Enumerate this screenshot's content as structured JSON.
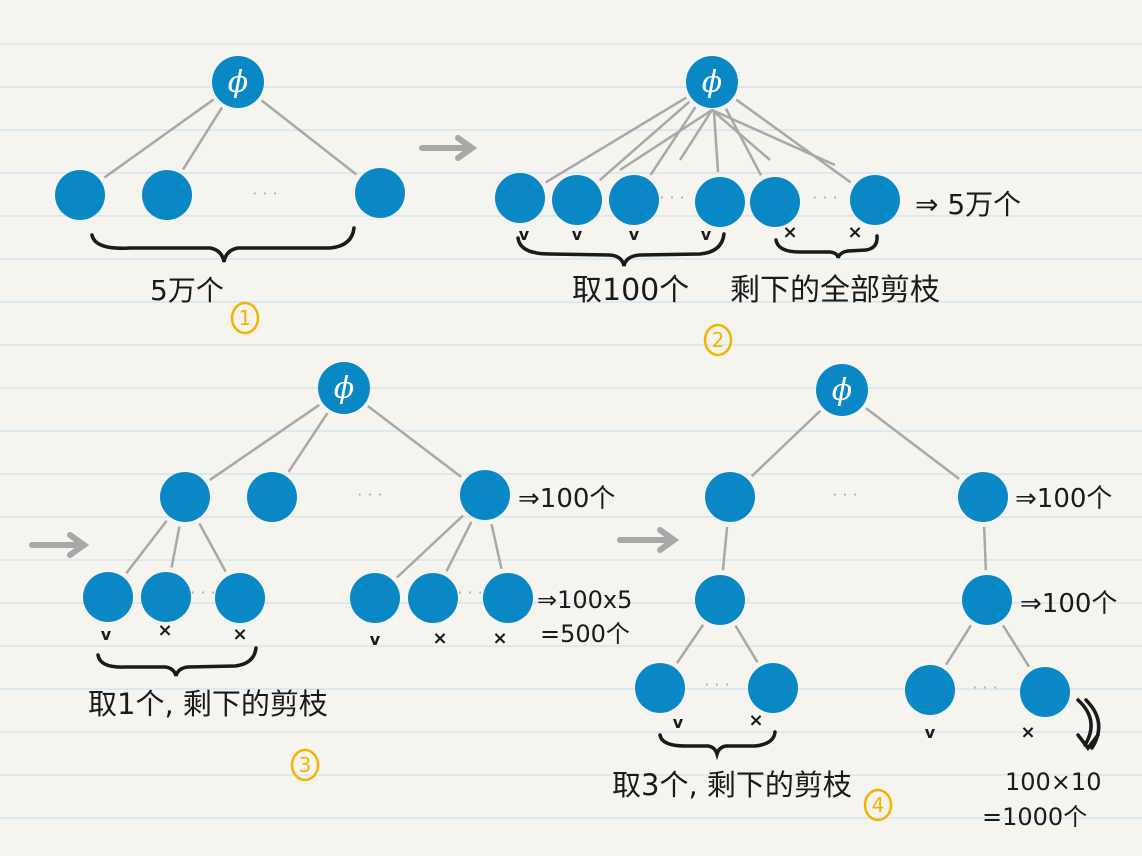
{
  "colors": {
    "node": "#0a88c6",
    "edge": "#a8a8a8",
    "ink": "#1a1a1a",
    "marker": "#f2b400",
    "rule": "#cfe2f0",
    "paper": "#f5f4ef"
  },
  "root_symbol": "ϕ",
  "panel1": {
    "count_label": "5万个",
    "step": "1"
  },
  "panel2": {
    "take_label": "取100个",
    "prune_label": "剩下的全部剪枝",
    "result_label": "⇒ 5万个",
    "step": "2"
  },
  "panel3": {
    "level1_label": "⇒100个",
    "level2_label": "⇒100x5",
    "level2_total": "=500个",
    "note": "取1个, 剩下的剪枝",
    "step": "3"
  },
  "panel4": {
    "level1_label": "⇒100个",
    "level2_label": "⇒100个",
    "note": "取3个, 剩下的剪枝",
    "calc": "100×10",
    "total": "=1000个",
    "step": "4"
  },
  "marks": {
    "keep": "v",
    "prune": "×",
    "ellipsis": "· · ·"
  }
}
